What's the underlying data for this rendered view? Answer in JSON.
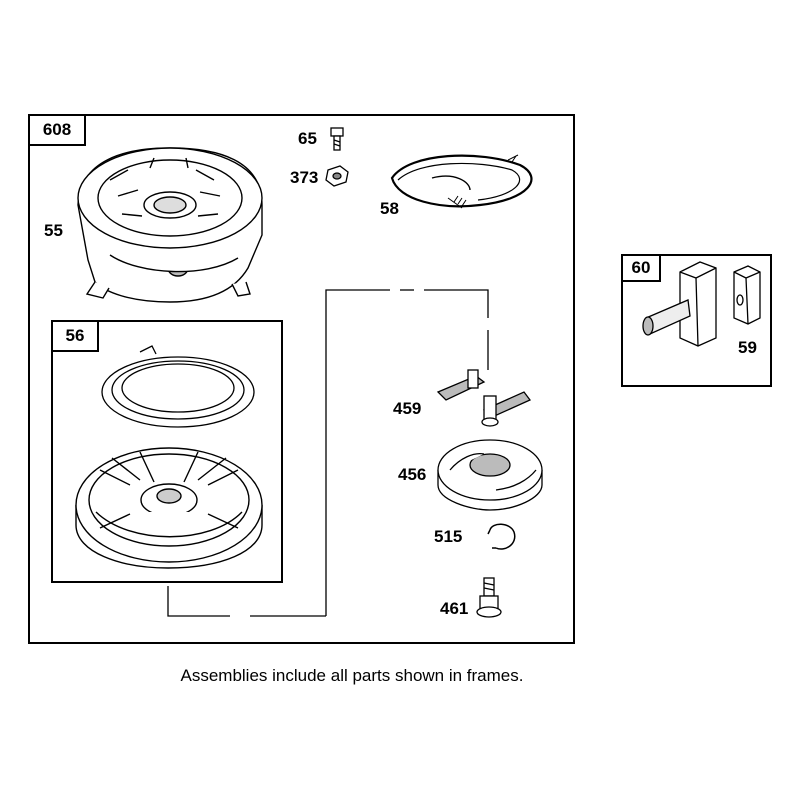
{
  "frames": {
    "main": {
      "label": "608"
    },
    "starter_pulley": {
      "label": "56"
    },
    "handle": {
      "label": "60"
    }
  },
  "callouts": {
    "screw": "65",
    "nut": "373",
    "housing": "55",
    "rope": "58",
    "dog": "459",
    "retainer": "456",
    "ring": "515",
    "pin": "461",
    "handle_insert": "59"
  },
  "caption": "Assemblies include all parts shown in frames."
}
